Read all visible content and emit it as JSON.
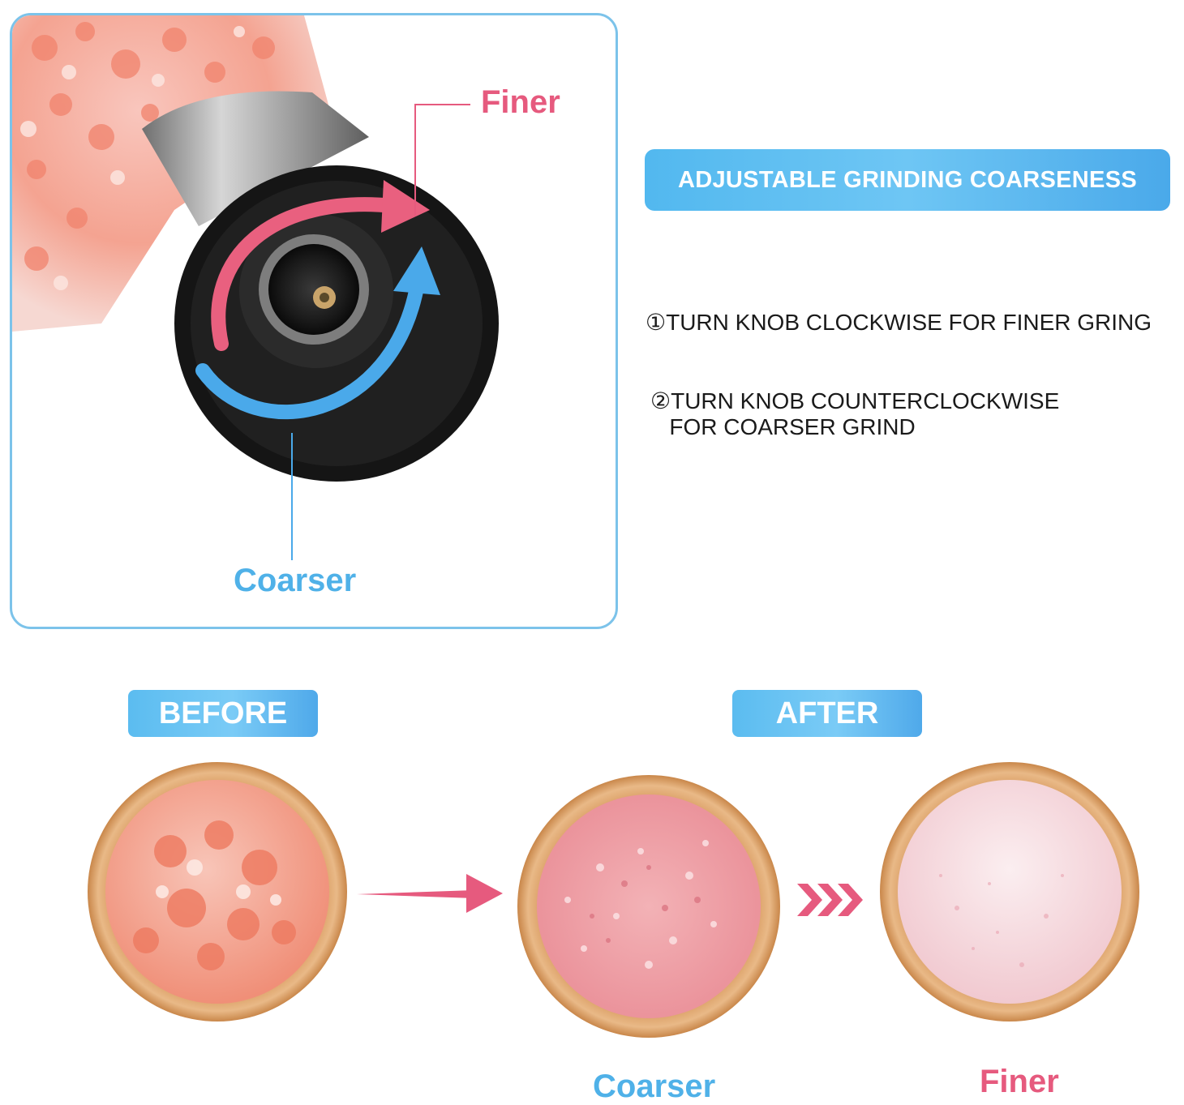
{
  "grinder": {
    "finer_label": "Finer",
    "coarser_label": "Coarser"
  },
  "header": {
    "title": "ADJUSTABLE GRINDING COARSENESS"
  },
  "instructions": [
    "①TURN KNOB CLOCKWISE FOR FINER GRING",
    "②TURN KNOB COUNTERCLOCKWISE\n   FOR COARSER GRIND"
  ],
  "comparison": {
    "before_label": "BEFORE",
    "after_label": "AFTER",
    "coarser_label": "Coarser",
    "finer_label": "Finer"
  },
  "colors": {
    "accent_blue": "#52b8ef",
    "accent_pink": "#e65a7e",
    "frame_border": "#7cc3ea"
  }
}
